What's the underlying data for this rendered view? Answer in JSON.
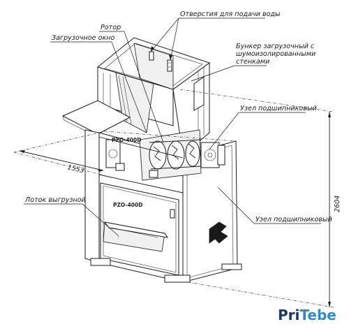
{
  "callouts": {
    "water_holes": "Отверстия для подачи воды",
    "rotor": "Ротор",
    "feed_window": "Загрузочное окно",
    "hopper": [
      "Бункер загрузочный с",
      "шумоизолированными",
      "стенками"
    ],
    "bearing_upper": "Узел подшипниковый",
    "bearing_lower": "Узел подшипниковый",
    "discharge_tray": "Лоток выгрузной"
  },
  "dimensions": {
    "width": "1553",
    "height": "2604"
  },
  "nameplate": "PZO-400D",
  "logo": {
    "part_a": "Pri",
    "part_b": "Tebe"
  },
  "colors": {
    "line": "#1a1a1a",
    "logo_dark": "#16386d",
    "logo_light": "#2e8bc9"
  }
}
